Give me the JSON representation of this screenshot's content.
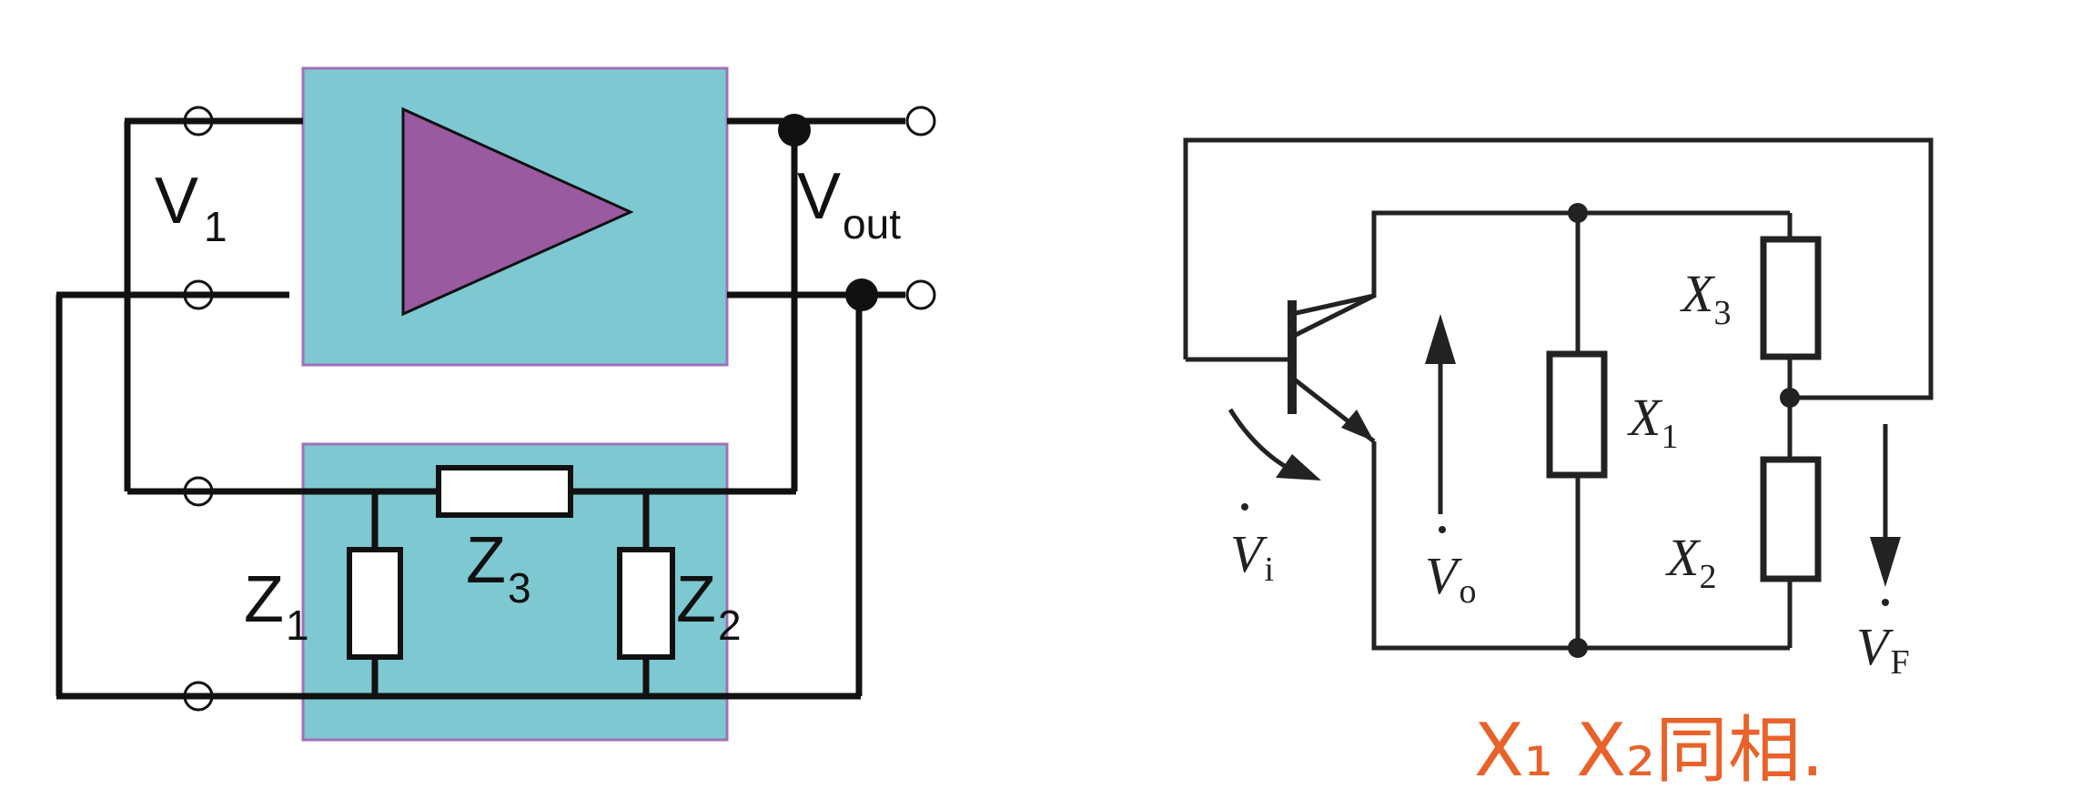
{
  "left_circuit": {
    "colors": {
      "block_fill": "#7ec8d1",
      "block_border": "#a070b8",
      "amplifier_fill": "#9a5aa0",
      "wire": "#111111"
    },
    "labels": {
      "v1_main": "V",
      "v1_sub": "1",
      "vout_main": "V",
      "vout_sub": "out",
      "z1_main": "Z",
      "z1_sub": "1",
      "z2_main": "Z",
      "z2_sub": "2",
      "z3_main": "Z",
      "z3_sub": "3"
    }
  },
  "right_circuit": {
    "colors": {
      "wire": "#222222"
    },
    "labels": {
      "x1_main": "X",
      "x1_sub": "1",
      "x2_main": "X",
      "x2_sub": "2",
      "x3_main": "X",
      "x3_sub": "3",
      "vi_main": "V",
      "vi_sub": "i",
      "vo_main": "V",
      "vo_sub": "o",
      "vf_main": "V",
      "vf_sub": "F"
    }
  },
  "annotation": {
    "text": "X₁ X₂同相.",
    "color": "#e8622a"
  }
}
